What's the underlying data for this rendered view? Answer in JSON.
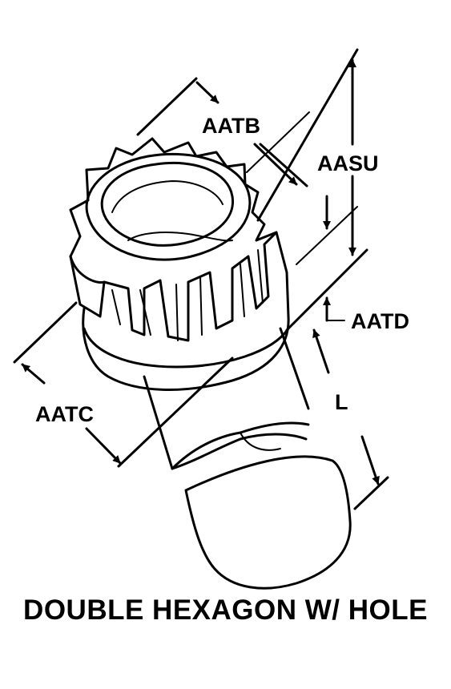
{
  "dimensions": {
    "aatb": "AATB",
    "aasu": "AASU",
    "aatd": "AATD",
    "aatc": "AATC",
    "l": "L"
  },
  "caption": "DOUBLE HEXAGON W/ HOLE",
  "colors": {
    "ink": "#000000",
    "paper": "#ffffff"
  }
}
